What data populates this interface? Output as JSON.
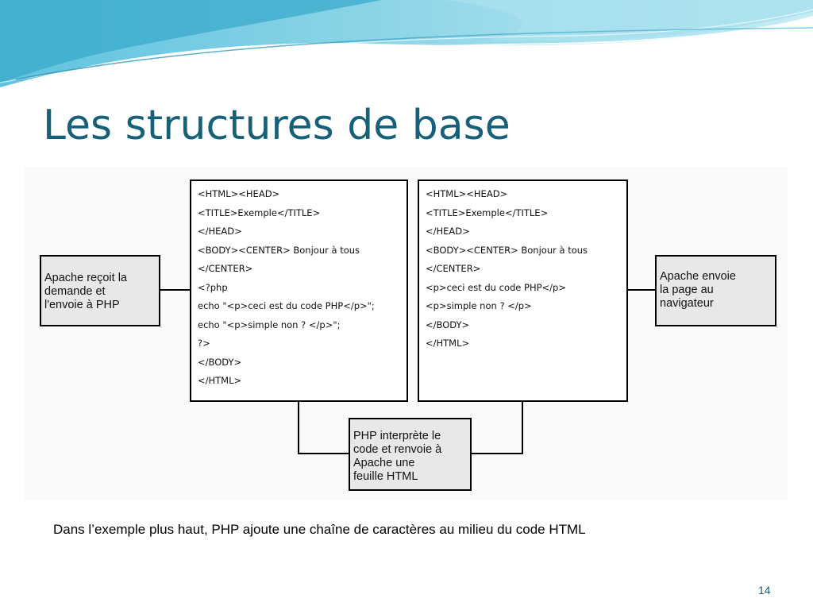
{
  "slide": {
    "title": "Les structures de base",
    "caption": "Dans l’exemple plus haut, PHP ajoute une chaîne de caractères au milieu du code HTML",
    "page_number": "14"
  },
  "diagram": {
    "left_box": {
      "lines": [
        "Apache reçoit la",
        "demande et",
        "l'envoie à PHP"
      ]
    },
    "php_code_box": {
      "lines": [
        "<HTML><HEAD>",
        "<TITLE>Exemple</TITLE>",
        "</HEAD>",
        "<BODY><CENTER> Bonjour à tous",
        "</CENTER>",
        "<?php",
        "echo \"<p>ceci est du code PHP</p>\";",
        "echo \"<p>simple non ? </p>\";",
        "?>",
        "</BODY>",
        "</HTML>"
      ]
    },
    "html_code_box": {
      "lines": [
        "<HTML><HEAD>",
        "<TITLE>Exemple</TITLE>",
        "</HEAD>",
        "<BODY><CENTER> Bonjour à tous",
        "</CENTER>",
        "<p>ceci est du code PHP</p>",
        "<p>simple non ? </p>",
        "</BODY>",
        "</HTML>"
      ]
    },
    "right_box": {
      "lines": [
        "Apache envoie",
        "la page au",
        "navigateur"
      ]
    },
    "bottom_box": {
      "lines": [
        "PHP interprète le",
        "code et renvoie à",
        "Apache une",
        "feuille HTML"
      ]
    }
  },
  "colors": {
    "title": "#17607a",
    "side_box_fill": "#e8e8ea",
    "wave_light": "#bfe8f2",
    "wave_mid": "#6cc7df",
    "wave_dark": "#2d9cc0"
  }
}
